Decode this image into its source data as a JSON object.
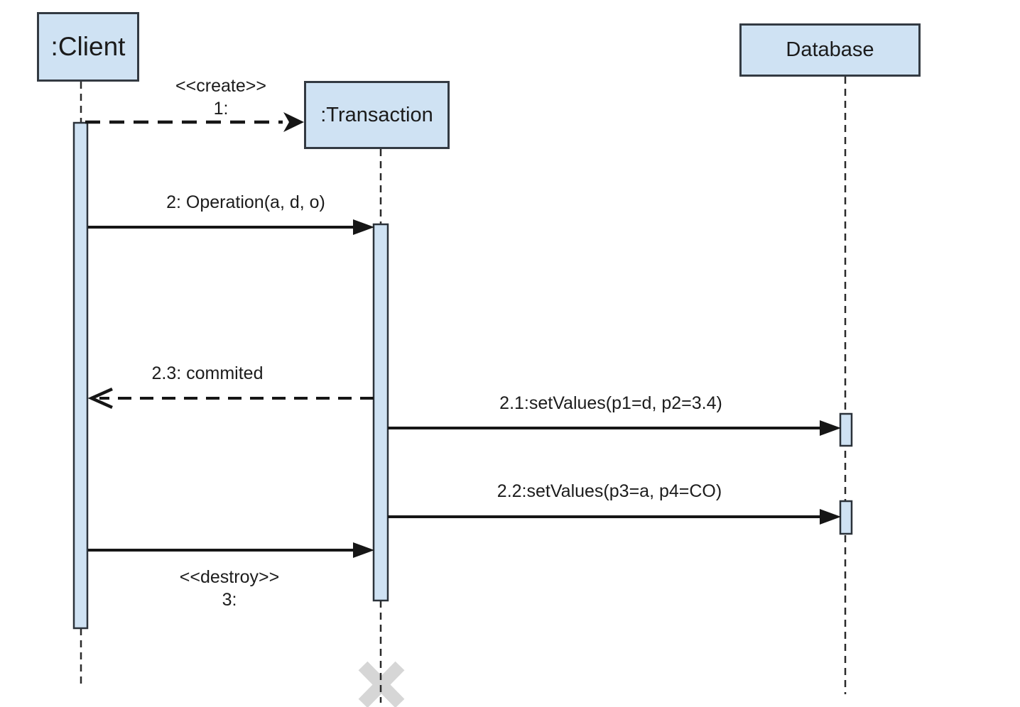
{
  "diagram": {
    "type": "uml-sequence-diagram",
    "actors": [
      {
        "id": "client",
        "label": ":Client"
      },
      {
        "id": "transaction",
        "label": ":Transaction"
      },
      {
        "id": "database",
        "label": "Database"
      }
    ],
    "messages": {
      "create": {
        "stereotype": "<<create>>",
        "number": "1:",
        "from": ":Client",
        "to": ":Transaction",
        "line": "dashed"
      },
      "operation": {
        "label": "2: Operation(a, d, o)",
        "from": ":Client",
        "to": ":Transaction",
        "line": "solid"
      },
      "commited": {
        "label": "2.3: commited",
        "from": ":Transaction",
        "to": ":Client",
        "line": "dashed"
      },
      "setvalues1": {
        "label": "2.1:setValues(p1=d, p2=3.4)",
        "from": ":Transaction",
        "to": "Database",
        "line": "solid"
      },
      "setvalues2": {
        "label": "2.2:setValues(p3=a, p4=CO)",
        "from": ":Transaction",
        "to": "Database",
        "line": "solid"
      },
      "destroy": {
        "stereotype": "<<destroy>>",
        "number": "3:",
        "from": ":Client",
        "to": ":Transaction",
        "line": "solid"
      }
    },
    "colors": {
      "background": "#ffffff",
      "box_fill": "#cfe2f3",
      "box_border": "#333a42",
      "line": "#1c1c1c",
      "destroy_marker": "#d6d6d6"
    }
  }
}
